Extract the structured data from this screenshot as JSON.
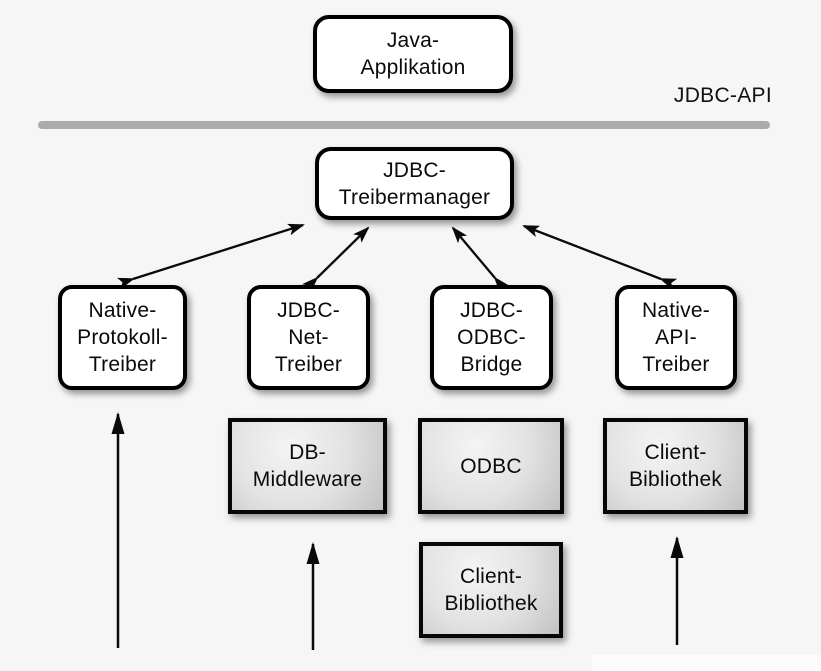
{
  "api_label": "JDBC-API",
  "colors": {
    "background": "#f6f6f6",
    "separator_line": "#ababab",
    "box_border": "#000000",
    "white_box_fill": "#ffffff",
    "gray_box_fill_light": "#f4f4f4",
    "gray_box_fill_dark": "#c2c2c2",
    "arrow": "#0a0a0a"
  },
  "nodes": {
    "java_application": {
      "lines": [
        "Java-",
        "Applikation"
      ]
    },
    "jdbc_treibermanager": {
      "lines": [
        "JDBC-",
        "Treibermanager"
      ]
    },
    "native_protokoll_treiber": {
      "lines": [
        "Native-",
        "Protokoll-",
        "Treiber"
      ]
    },
    "jdbc_net_treiber": {
      "lines": [
        "JDBC-",
        "Net-",
        "Treiber"
      ]
    },
    "jdbc_odbc_bridge": {
      "lines": [
        "JDBC-",
        "ODBC-",
        "Bridge"
      ]
    },
    "native_api_treiber": {
      "lines": [
        "Native-",
        "API-",
        "Treiber"
      ]
    },
    "db_middleware": {
      "lines": [
        "DB-",
        "Middleware"
      ]
    },
    "odbc": {
      "lines": [
        "ODBC"
      ]
    },
    "client_bibliothek_odbc": {
      "lines": [
        "Client-",
        "Bibliothek"
      ]
    },
    "client_bibliothek_native": {
      "lines": [
        "Client-",
        "Bibliothek"
      ]
    }
  }
}
